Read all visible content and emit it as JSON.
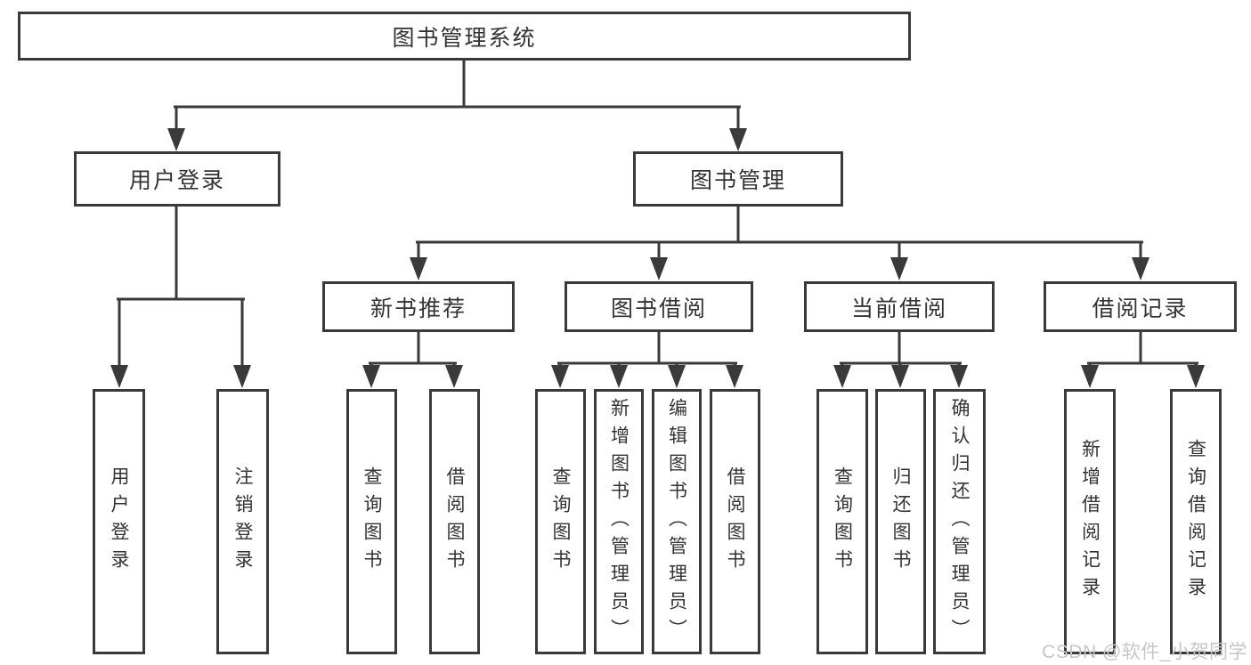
{
  "watermark": "CSDN @软件_小贺同学",
  "colors": {
    "line": "#3a3a3a",
    "text": "#333333",
    "background": "#ffffff",
    "watermark": "#c6c6c6"
  },
  "diagram": {
    "type": "hierarchy-tree",
    "root": {
      "label": "图书管理系统"
    },
    "level2": [
      {
        "label": "用户登录"
      },
      {
        "label": "图书管理"
      }
    ],
    "level3": [
      {
        "label": "新书推荐",
        "parent": "图书管理"
      },
      {
        "label": "图书借阅",
        "parent": "图书管理"
      },
      {
        "label": "当前借阅",
        "parent": "图书管理"
      },
      {
        "label": "借阅记录",
        "parent": "图书管理"
      }
    ],
    "leaves": [
      {
        "label": "用户登录",
        "parent": "用户登录"
      },
      {
        "label": "注销登录",
        "parent": "用户登录"
      },
      {
        "label": "查询图书",
        "parent": "新书推荐"
      },
      {
        "label": "借阅图书",
        "parent": "新书推荐"
      },
      {
        "label": "查询图书",
        "parent": "图书借阅"
      },
      {
        "label": "新增图书（管理员）",
        "parent": "图书借阅"
      },
      {
        "label": "编辑图书（管理员）",
        "parent": "图书借阅"
      },
      {
        "label": "借阅图书",
        "parent": "图书借阅"
      },
      {
        "label": "查询图书",
        "parent": "当前借阅"
      },
      {
        "label": "归还图书",
        "parent": "当前借阅"
      },
      {
        "label": "确认归还（管理员）",
        "parent": "当前借阅"
      },
      {
        "label": "新增借阅记录",
        "parent": "借阅记录"
      },
      {
        "label": "查询借阅记录",
        "parent": "借阅记录"
      }
    ]
  }
}
